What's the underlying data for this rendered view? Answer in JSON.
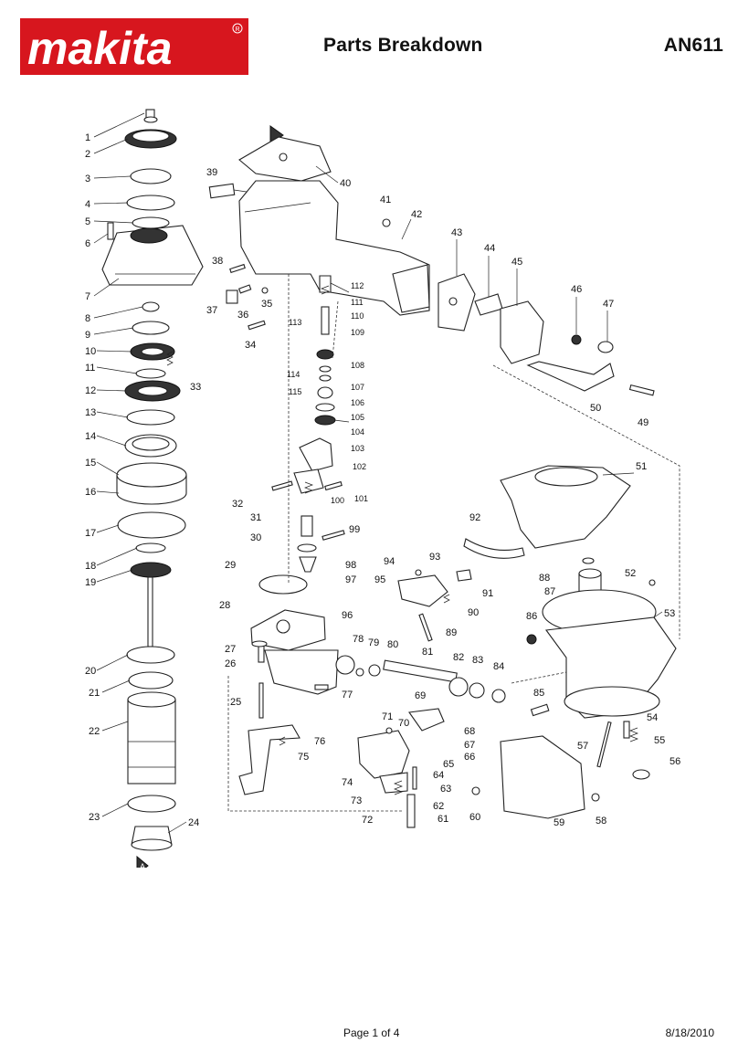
{
  "header": {
    "brand": "makita",
    "title": "Parts Breakdown",
    "model": "AN611"
  },
  "footer": {
    "page": "Page 1 of 4",
    "date": "8/18/2010"
  },
  "diagram": {
    "marker": "A",
    "labels": [
      "1",
      "2",
      "3",
      "4",
      "5",
      "6",
      "7",
      "8",
      "9",
      "10",
      "11",
      "12",
      "13",
      "14",
      "15",
      "16",
      "17",
      "18",
      "19",
      "20",
      "21",
      "22",
      "23",
      "24",
      "25",
      "26",
      "27",
      "28",
      "29",
      "30",
      "31",
      "32",
      "33",
      "34",
      "35",
      "36",
      "37",
      "38",
      "39",
      "40",
      "41",
      "42",
      "43",
      "44",
      "45",
      "46",
      "47",
      "49",
      "50",
      "51",
      "52",
      "53",
      "54",
      "55",
      "56",
      "57",
      "58",
      "59",
      "60",
      "61",
      "62",
      "63",
      "64",
      "65",
      "66",
      "67",
      "68",
      "69",
      "70",
      "71",
      "72",
      "73",
      "74",
      "75",
      "76",
      "77",
      "78",
      "79",
      "80",
      "81",
      "82",
      "83",
      "84",
      "85",
      "86",
      "87",
      "88",
      "89",
      "90",
      "91",
      "92",
      "93",
      "94",
      "95",
      "96",
      "97",
      "98",
      "99",
      "100",
      "101",
      "102",
      "103",
      "104",
      "105",
      "106",
      "107",
      "108",
      "109",
      "110",
      "111",
      "112",
      "113",
      "114",
      "115"
    ]
  },
  "colors": {
    "brand_red": "#d7161e",
    "line": "#222222"
  }
}
